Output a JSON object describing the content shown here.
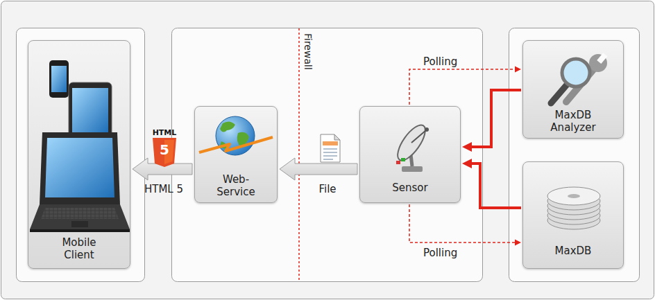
{
  "diagram": {
    "nodes": [
      {
        "text": [
          "Mobile Client"
        ]
      },
      {
        "text": [
          "Web- Service"
        ]
      },
      {
        "text": [
          "Sensor"
        ]
      },
      {
        "text": [
          "MaxDB Analyzer"
        ]
      },
      {
        "text": [
          "MaxDB"
        ]
      }
    ],
    "edges": [
      {
        "from": 1,
        "to": 0,
        "arrow": "to",
        "label": "HTML 5"
      },
      {
        "from": 2,
        "to": 1,
        "arrow": "to",
        "label": "File"
      },
      {
        "from": 2,
        "to": 3,
        "arrow": "to",
        "label": "Polling"
      },
      {
        "from": 2,
        "to": 4,
        "arrow": "to",
        "label": "Polling"
      },
      {
        "from": 3,
        "to": 2,
        "arrow": "to"
      },
      {
        "from": 4,
        "to": 2,
        "arrow": "to"
      }
    ],
    "labels": [
      "HTML",
      "5",
      "Firewall"
    ]
  }
}
